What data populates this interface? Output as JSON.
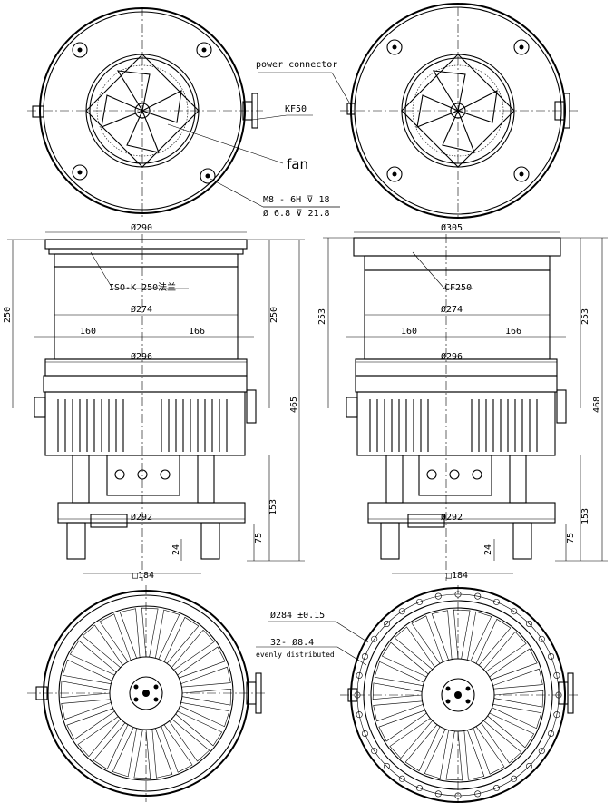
{
  "labels": {
    "power_connector": "power connector",
    "kf50": "KF50",
    "fan": "fan",
    "m8_spec": "M8 - 6H ⊽ 18",
    "hole_spec": "Ø 6.8 ⊽ 21.8",
    "iso_flange": "ISO-K 250法兰",
    "cf250": "CF250",
    "bolt_circle": "Ø284 ±0.15",
    "bolt_holes": "32- Ø8.4",
    "evenly": "evenly distributed"
  },
  "left_view": {
    "d_top": "Ø290",
    "d_body": "Ø274",
    "d_base": "Ø296",
    "d_foot": "Ø292",
    "h_body": "250",
    "h_body_right": "250",
    "h_total": "465",
    "h_lower": "153",
    "h_75": "75",
    "h_24": "24",
    "w_left": "160",
    "w_right": "166",
    "sq": "□184"
  },
  "right_view": {
    "d_top": "Ø305",
    "d_body": "Ø274",
    "d_base": "Ø296",
    "d_foot": "Ø292",
    "h_body": "253",
    "h_body_right": "253",
    "h_total": "468",
    "h_lower": "153",
    "h_75": "75",
    "h_24": "24",
    "w_left": "160",
    "w_right": "166",
    "sq": "□184"
  }
}
